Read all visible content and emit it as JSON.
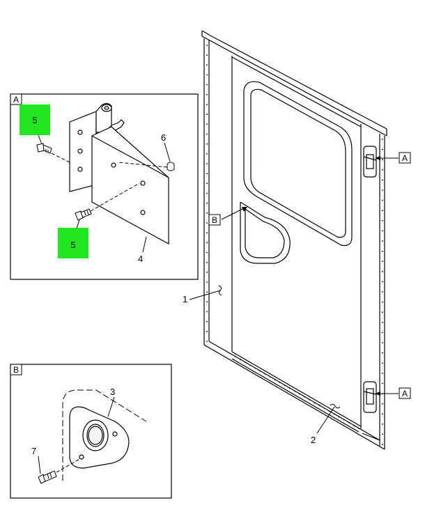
{
  "callouts": {
    "panel_a_tag": "A",
    "panel_b_tag": "B",
    "ref_a_upper": "A",
    "ref_a_lower": "A",
    "ref_b": "B",
    "item_1": "1",
    "item_2": "2",
    "item_3": "3",
    "item_4": "4",
    "item_5_top": "5",
    "item_5_bottom": "5",
    "item_6": "6",
    "item_7": "7"
  },
  "colors": {
    "highlight": "#22e622",
    "line": "#000000"
  }
}
